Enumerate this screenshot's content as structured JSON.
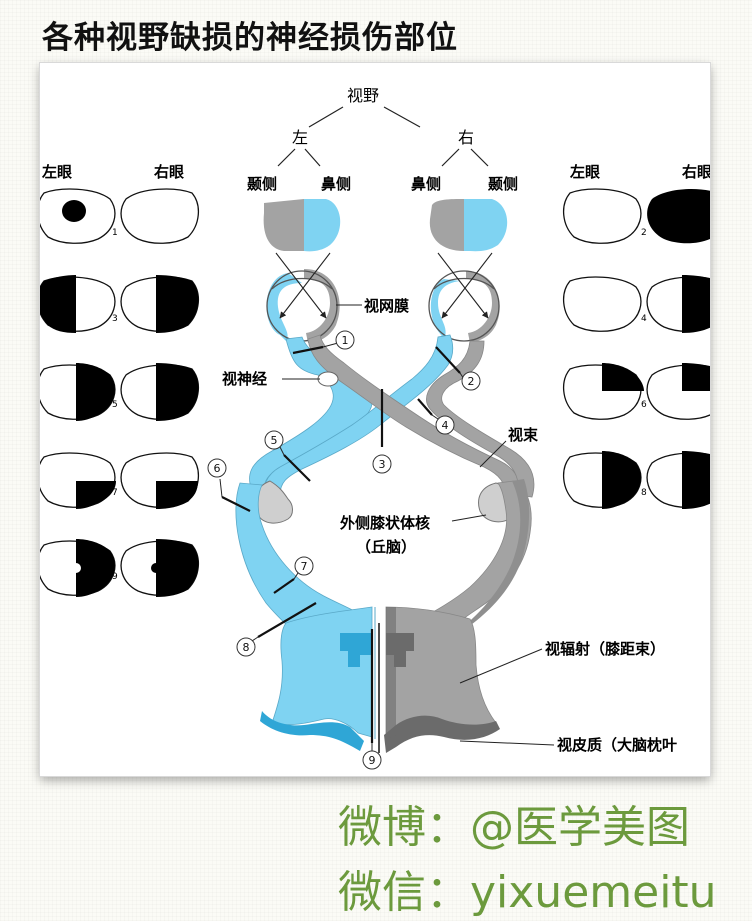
{
  "title": "各种视野缺损的神经损伤部位",
  "diagram": {
    "visual_field": "视野",
    "left": "左",
    "right": "右",
    "temporal": "颞侧",
    "nasal": "鼻侧",
    "left_eye": "左眼",
    "right_eye": "右眼",
    "retina": "视网膜",
    "optic_nerve": "视神经",
    "optic_tract": "视束",
    "lgn_line1": "外侧膝状体核",
    "lgn_line2": "（丘脑）",
    "optic_radiation": "视辐射（膝距束）",
    "visual_cortex": "视皮质（大脑枕叶",
    "lesions": [
      "1",
      "2",
      "3",
      "4",
      "5",
      "6",
      "7",
      "8",
      "9"
    ],
    "defects": [
      "1",
      "2",
      "3",
      "4",
      "5",
      "6",
      "7",
      "8",
      "9"
    ]
  },
  "watermark": {
    "line1": "微博：@医学美图",
    "line2": "微信：yixuemeitu"
  },
  "colors": {
    "blue": "#7fd3f2",
    "gray": "#a3a3a3",
    "dark_gray": "#6b6b6b",
    "green": "#6c9a3d"
  }
}
